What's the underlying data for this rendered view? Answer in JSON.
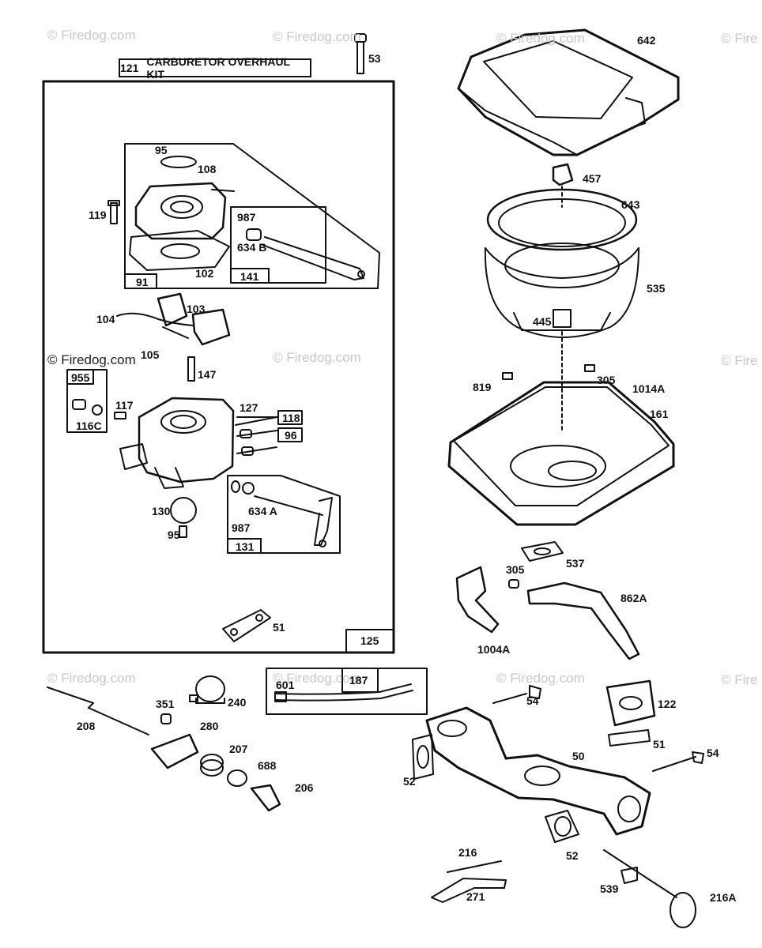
{
  "watermarks": {
    "text": "© Firedog.com",
    "marks": [
      "© Firedog.com",
      "© Firedog.com",
      "© Firedog.com",
      "© Fire",
      "© Firedog.com",
      "© Firedog.com",
      "© Fire",
      "© Firedog.com",
      "© Firedog.com",
      "© Firedog.com",
      "© Fire"
    ]
  },
  "kit": {
    "number": "121",
    "title": "CARBURETOR OVERHAUL KIT"
  },
  "boxes": {
    "kit_panel": "125",
    "upper_body": "91",
    "throttle_box": "141",
    "choke_box": "131",
    "fuel_line_box": "187",
    "inlet_box": "955",
    "small_box_a": "118",
    "small_box_b": "96"
  },
  "labels": {
    "p53": "53",
    "p642": "642",
    "p95a": "95",
    "p108": "108",
    "p119": "119",
    "p987a": "987",
    "p634b": "634 B",
    "p102": "102",
    "p104": "104",
    "p103": "103",
    "p105": "105",
    "p147": "147",
    "p457": "457",
    "p643": "643",
    "p535": "535",
    "p445": "445",
    "p117": "117",
    "p116c": "116C",
    "p127": "127",
    "p130": "130",
    "p95b": "95",
    "p987b": "987",
    "p634a": "634 A",
    "p51a": "51",
    "p819": "819",
    "p305a": "305",
    "p1014a": "1014A",
    "p161": "161",
    "p537": "537",
    "p305b": "305",
    "p862a": "862A",
    "p1004a": "1004A",
    "p351": "351",
    "p240": "240",
    "p208": "208",
    "p280": "280",
    "p207": "207",
    "p688": "688",
    "p206": "206",
    "p601": "601",
    "p54a": "54",
    "p122": "122",
    "p51b": "51",
    "p54b": "54",
    "p50": "50",
    "p52a": "52",
    "p52b": "52",
    "p216": "216",
    "p271": "271",
    "p539": "539",
    "p216a": "216A"
  }
}
